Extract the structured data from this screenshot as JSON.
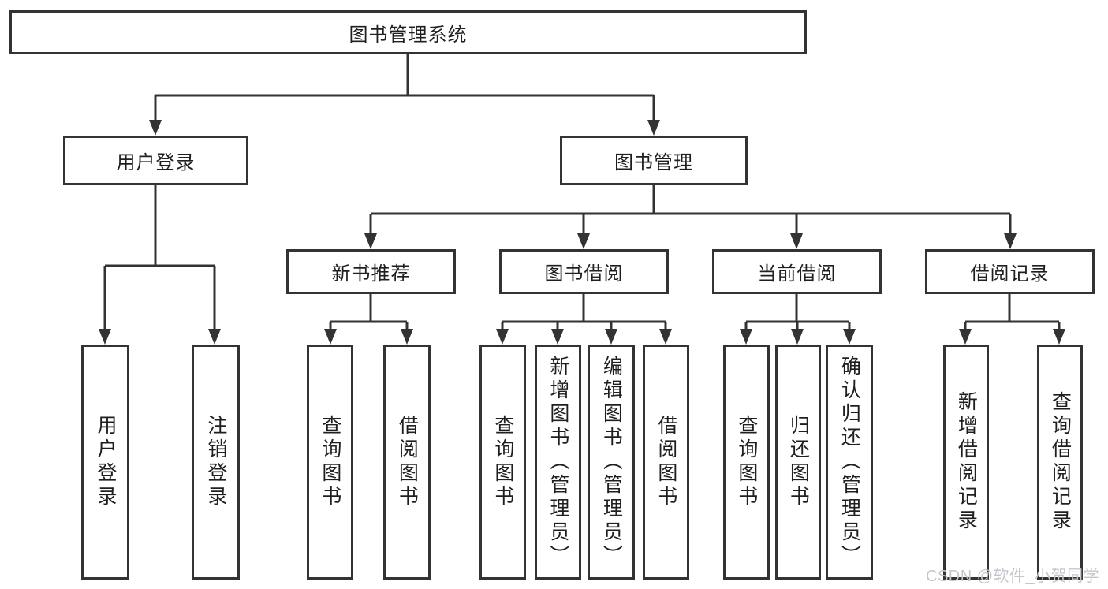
{
  "tree": {
    "root": "图书管理系统",
    "branches": [
      {
        "label": "用户登录",
        "children": [
          {
            "label": "用户登录"
          },
          {
            "label": "注销登录"
          }
        ]
      },
      {
        "label": "图书管理",
        "sections": [
          {
            "label": "新书推荐",
            "children": [
              {
                "label": "查询图书"
              },
              {
                "label": "借阅图书"
              }
            ]
          },
          {
            "label": "图书借阅",
            "children": [
              {
                "label": "查询图书"
              },
              {
                "label": "新增图书（管理员）"
              },
              {
                "label": "编辑图书（管理员）"
              },
              {
                "label": "借阅图书"
              }
            ]
          },
          {
            "label": "当前借阅",
            "children": [
              {
                "label": "查询图书"
              },
              {
                "label": "归还图书"
              },
              {
                "label": "确认归还（管理员）"
              }
            ]
          },
          {
            "label": "借阅记录",
            "children": [
              {
                "label": "新增借阅记录"
              },
              {
                "label": "查询借阅记录"
              }
            ]
          }
        ]
      }
    ]
  },
  "watermark": {
    "text": "CSDN @软件_小贺同学"
  },
  "colors": {
    "line": "#333333",
    "text": "#1f1f1f",
    "background": "#ffffff",
    "watermark": "#c3c7cc"
  }
}
